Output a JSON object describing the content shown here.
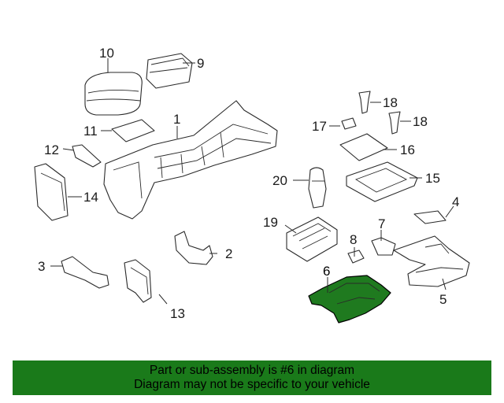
{
  "diagram": {
    "labels": [
      "10",
      "9",
      "1",
      "11",
      "12",
      "14",
      "3",
      "13",
      "2",
      "18",
      "17",
      "18",
      "16",
      "20",
      "15",
      "4",
      "19",
      "7",
      "8",
      "6",
      "5"
    ],
    "highlight_color": "#1f7a1f",
    "highlighted_part": "6"
  },
  "banner": {
    "line1": "Part or sub-assembly is #6 in diagram",
    "line2": "Diagram may not be specific to your vehicle",
    "background": "#1a7a1a"
  }
}
